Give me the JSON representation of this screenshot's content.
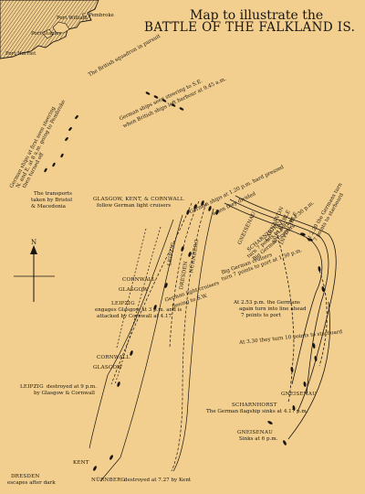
{
  "title": {
    "line1": "Map to illustrate the",
    "line2": "BATTLE OF THE FALKLAND IS."
  },
  "compass": {
    "north": "N"
  },
  "places": {
    "pembroke": "C. Pembroke",
    "port_stanley": "Port Stanley",
    "port_william": "Port William",
    "fort_harriet": "Port Harriet"
  },
  "ships": {
    "glasgow_kent_cornwall": "GLASGOW, KENT, & CORNWALL",
    "leipzig": "LEIPZIG",
    "nurnberg": "NÜRNBERG",
    "dresden": "DRESDEN",
    "cornwall": "CORNWALL",
    "glasgow": "GLASGOW",
    "kent": "KENT",
    "gneisenau": "GNEISENAU",
    "scharnhorst": "SCHARNHORST",
    "carnarvon": "CARNARVON",
    "inflexible": "INFLEXIBLE",
    "invincible": "INVINCIBLE"
  },
  "annotations": {
    "british_pursuit": "The British squadron in pursuit",
    "german_ships_seen_1": "German ships seen steering to S.E.",
    "german_ships_seen_2": "when British ships left harbour at 9.45 a.m.",
    "german_ships_first_1": "German ships at first seen steering",
    "german_ships_first_2": "N. and E. at 8 a.m. going to Pembroke",
    "german_ships_first_3": "then turned off",
    "transports_1": "The transports",
    "transports_2": "taken by Bristol",
    "transports_3": "& Macedonia",
    "follow_light_1": "follow German light cruisers",
    "german_ships_1pm_1": "German ships at 1.20 p.m. hard pressed",
    "german_ships_1pm_2": "when they divided",
    "light_cruisers_1": "German light cruisers",
    "light_cruisers_2": "fleeing to S.W.",
    "big_cruisers_1": "Big German cruisers",
    "big_cruisers_2": "turn 7 points to port at 1.30 p.m.",
    "invincible_note_1": "turn 7 points to port at 1.30 p.m.",
    "invincible_note_2": "Big German cruisers",
    "british_turn_1": "At 2.20 the Germans turn",
    "british_turn_2": "7 points to starboard",
    "germans_253_1": "At 2.53 p.m. the Germans",
    "germans_253_2": "again turn into line ahead",
    "germans_253_3": "7 points to port",
    "germans_330": "At 3.30 they turn 10 points to starboard",
    "leipzig_engages_1": "engages Glasgow at 3 p.m. and is",
    "leipzig_engages_2": "attacked by Cornwall at 4.17",
    "leipzig_destroyed_1": "destroyed at 9 p.m.",
    "leipzig_destroyed_2": "by Glasgow & Cornwall",
    "dresden_escapes": "escapes after dark",
    "nurnberg_destroyed": "destroyed at 7.27 by Kent",
    "flagship_sinks": "The German flagship sinks at 4.17 p.m.",
    "gneisenau_sinks": "Sinks at 6 p.m."
  },
  "colors": {
    "paper": "#f2cf8f",
    "ink": "#1a1510"
  }
}
